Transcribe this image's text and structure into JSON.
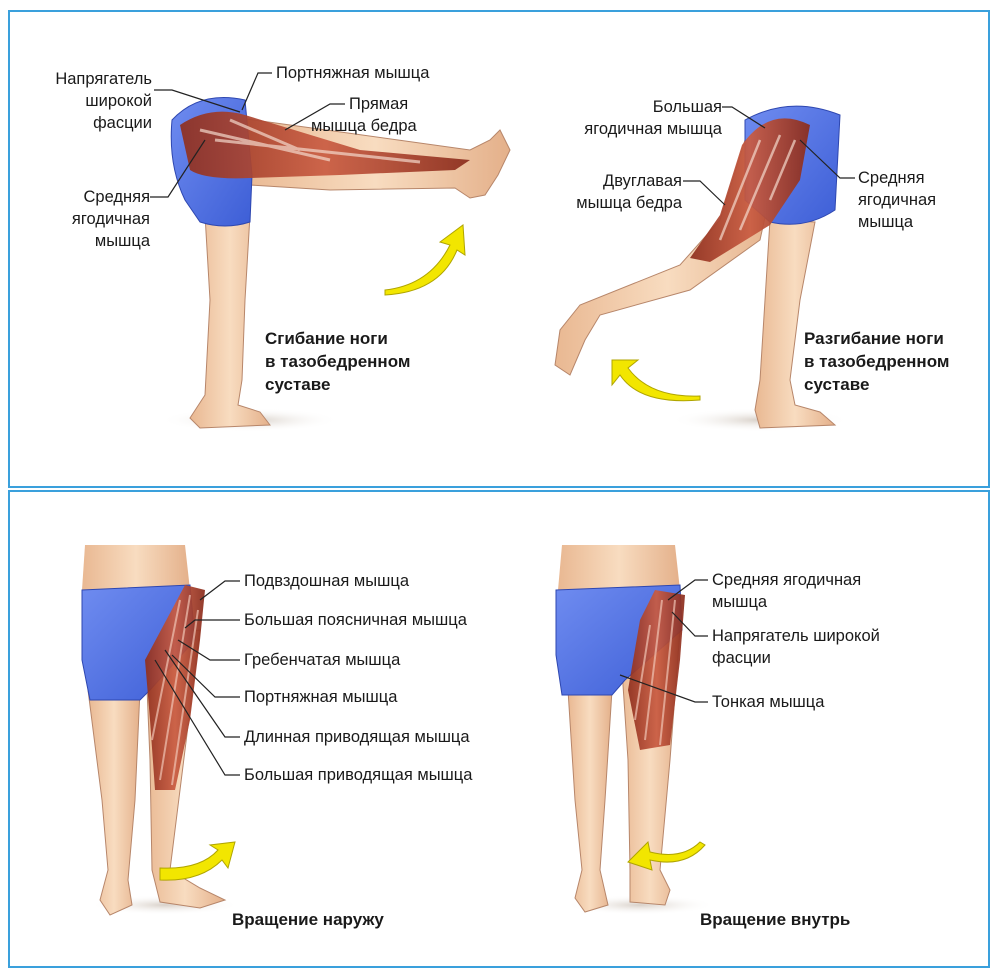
{
  "colors": {
    "frame": "#3aa0dc",
    "shorts": "#4f6fe0",
    "skin": "#f4d3b3",
    "muscle": "#b4472f",
    "arrow": "#f2e600"
  },
  "top": {
    "flexion": {
      "labels": {
        "tensor": [
          "Напрягатель",
          "широкой",
          "фасции"
        ],
        "sartorius": "Портняжная мышца",
        "rectus": [
          "Прямая",
          "мышца бедра"
        ],
        "gluteus_medius": [
          "Средняя",
          "ягодичная",
          "мышца"
        ]
      },
      "caption": [
        "Сгибание ноги",
        "в тазобедренном",
        "суставе"
      ]
    },
    "extension": {
      "labels": {
        "gluteus_maximus": [
          "Большая",
          "ягодичная мышца"
        ],
        "biceps": [
          "Двуглавая",
          "мышца бедра"
        ],
        "gluteus_medius": [
          "Средняя",
          "ягодичная",
          "мышца"
        ]
      },
      "caption": [
        "Разгибание ноги",
        "в тазобедренном",
        "суставе"
      ]
    }
  },
  "bottom": {
    "external": {
      "labels": [
        "Подвздошная мышца",
        "Большая поясничная мышца",
        "Гребенчатая мышца",
        "Портняжная мышца",
        "Длинная приводящая мышца",
        "Большая приводящая мышца"
      ],
      "caption": "Вращение наружу"
    },
    "internal": {
      "labels": {
        "gluteus_medius": [
          "Средняя ягодичная",
          "мышца"
        ],
        "tensor": [
          "Напрягатель широкой",
          "фасции"
        ],
        "gracilis": "Тонкая мышца"
      },
      "caption": "Вращение внутрь"
    }
  }
}
